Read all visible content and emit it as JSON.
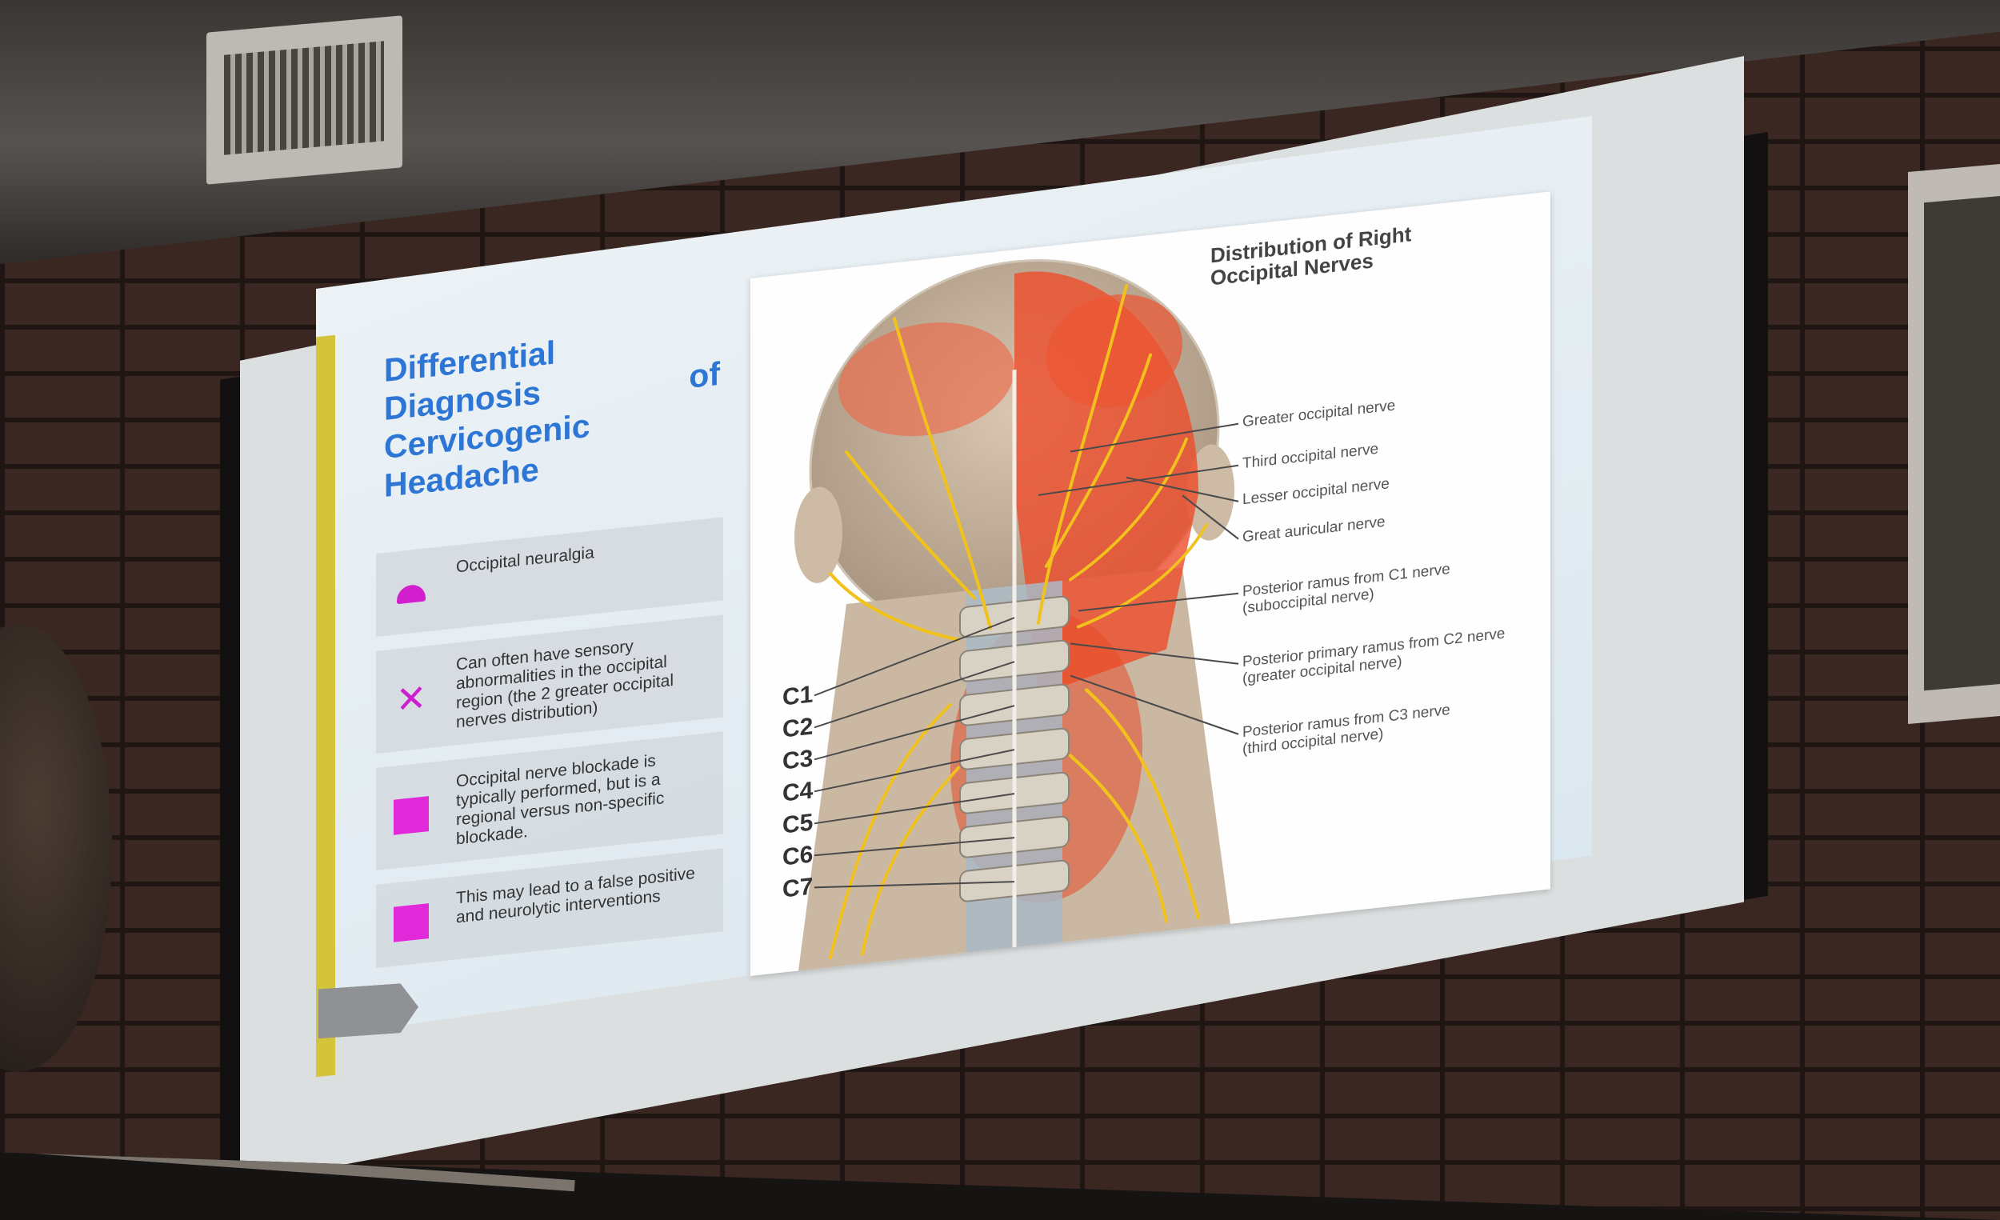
{
  "slide": {
    "title": "Differential Diagnosis of Cervicogenic Headache",
    "items": [
      {
        "text": "Occipital neuralgia",
        "icon": "dome-icon",
        "color": "#d11ecf"
      },
      {
        "text": "Can often have sensory abnormalities in the occipital region (the 2 greater occipital nerves distribution)",
        "icon": "x-icon",
        "color": "#cc1fcf"
      },
      {
        "text": "Occipital nerve blockade is typically performed, but is a regional versus non-specific blockade.",
        "icon": "square-icon",
        "color": "#e229d9"
      },
      {
        "text": "This may lead to a false positive and neurolytic interventions",
        "icon": "square-icon",
        "color": "#e229d9"
      }
    ],
    "accent_color": "#d4c43a",
    "title_color": "#2d76d6"
  },
  "diagram": {
    "title": "Distribution of Right Occipital Nerves",
    "nerve_labels": [
      "Greater occipital nerve",
      "Third occipital nerve",
      "Lesser occipital nerve",
      "Great auricular nerve"
    ],
    "ramus_labels": [
      {
        "line1": "Posterior ramus from C1 nerve",
        "line2": "(suboccipital nerve)"
      },
      {
        "line1": "Posterior primary ramus from C2 nerve",
        "line2": "(greater occipital nerve)"
      },
      {
        "line1": "Posterior ramus from C3 nerve",
        "line2": "(third occipital nerve)"
      }
    ],
    "vertebrae": [
      "C1",
      "C2",
      "C3",
      "C4",
      "C5",
      "C6",
      "C7"
    ]
  }
}
